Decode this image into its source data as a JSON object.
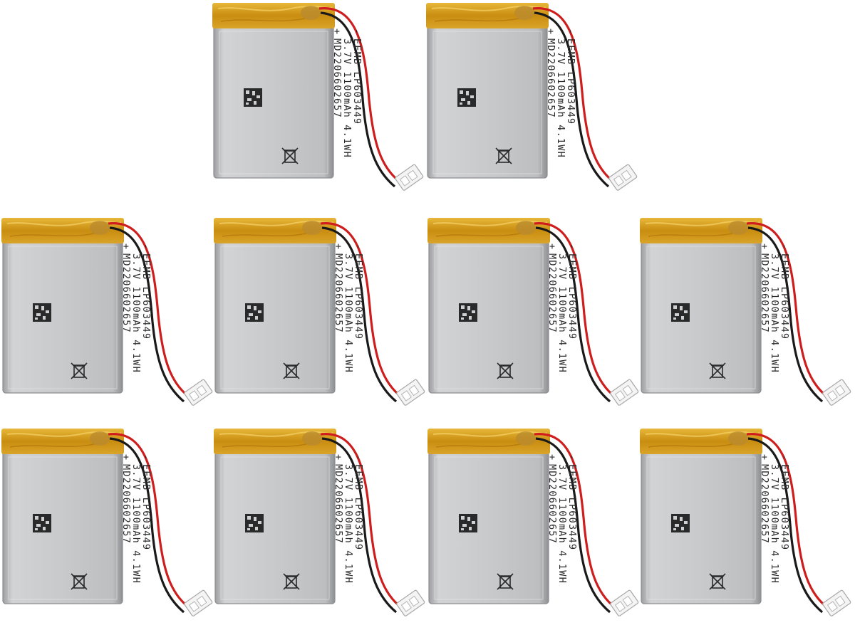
{
  "product": {
    "sign_negative": "-",
    "sign_positive": "+",
    "brand": "EEMB",
    "model": "LP603449",
    "spec_line": "3.7V 1100mAh 4.1WH",
    "serial": "MD2206602657"
  },
  "battery_count": 10,
  "colors": {
    "cell_body": "#c8c9cb",
    "cell_edge": "#a9aaac",
    "kapton_tape": "#d8a21a",
    "wire_red": "#d01c1c",
    "wire_black": "#1a1a1a",
    "connector": "#f3f3f3"
  }
}
